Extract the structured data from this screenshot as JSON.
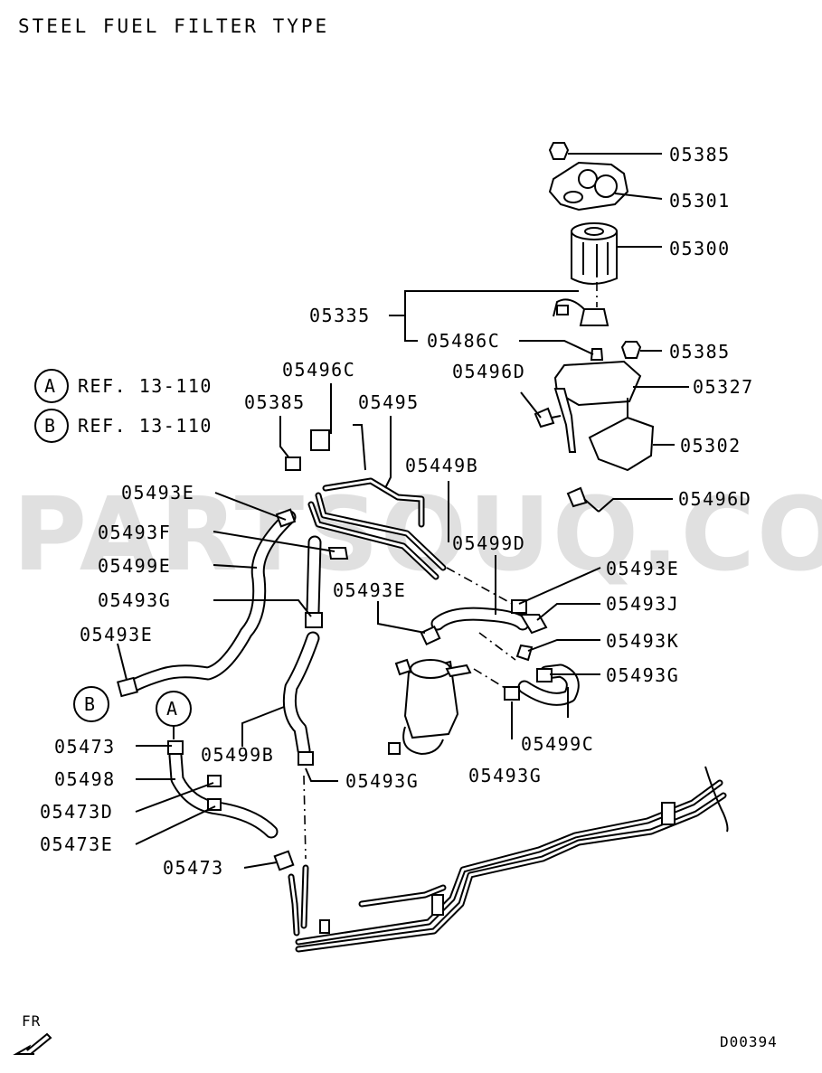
{
  "title": "STEEL FUEL FILTER TYPE",
  "watermark": "PARTSOUQ.COM",
  "references": [
    {
      "circle": "A",
      "text": "REF. 13-110"
    },
    {
      "circle": "B",
      "text": "REF. 13-110"
    }
  ],
  "circle_markers": [
    "A",
    "B"
  ],
  "part_labels": {
    "p05385_top": "05385",
    "p05301": "05301",
    "p05300": "05300",
    "p05335": "05335",
    "p05486C": "05486C",
    "p05385_right": "05385",
    "p05496D_top": "05496D",
    "p05327": "05327",
    "p05302": "05302",
    "p05496D_bottom": "05496D",
    "p05496C": "05496C",
    "p05385_left": "05385",
    "p05495": "05495",
    "p05449B": "05449B",
    "p05493E_a": "05493E",
    "p05493F": "05493F",
    "p05499E": "05499E",
    "p05493G_a": "05493G",
    "p05493E_b": "05493E",
    "p05499D": "05499D",
    "p05493E_c": "05493E",
    "p05493E_d": "05493E",
    "p05493J": "05493J",
    "p05493K": "05493K",
    "p05493G_b": "05493G",
    "p05473_a": "05473",
    "p05499B": "05499B",
    "p05499C": "05499C",
    "p05498": "05498",
    "p05493G_c": "05493G",
    "p05493G_d": "05493G",
    "p05473D": "05473D",
    "p05473E": "05473E",
    "p05473_b": "05473"
  },
  "direction_label": "FR",
  "drawing_code": "D00394"
}
